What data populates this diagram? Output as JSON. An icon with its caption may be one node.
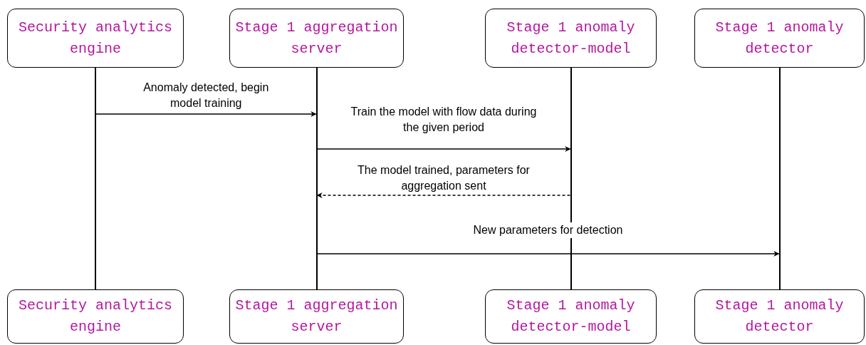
{
  "diagram": {
    "nodes": [
      {
        "text": [
          "Security analytics engine"
        ]
      },
      {
        "text": [
          "Stage 1 aggregation server"
        ]
      },
      {
        "text": [
          "Stage 1 anomaly detector-model"
        ]
      },
      {
        "text": [
          "Stage 1 anomaly detector"
        ]
      },
      {
        "text": [],
        "shape": "line"
      },
      {
        "text": [],
        "shape": "line"
      },
      {
        "text": [],
        "shape": "line"
      },
      {
        "text": [],
        "shape": "line"
      },
      {
        "text": [
          "Security analytics engine"
        ]
      },
      {
        "text": [
          "Stage 1 aggregation server"
        ]
      },
      {
        "text": [
          "Stage 1 anomaly detector-model"
        ]
      },
      {
        "text": [
          "Stage 1 anomaly detector"
        ]
      }
    ],
    "edges": [
      {
        "from": 4,
        "to": 5,
        "arrow": "to",
        "label": "Anomaly detected, begin model training"
      },
      {
        "from": 5,
        "to": 6,
        "arrow": "to",
        "label": "Train the model with flow data during the given period"
      },
      {
        "from": 6,
        "to": 5,
        "arrow": "to",
        "label": "The model trained, parameters for aggregation sent",
        "style": "dashed"
      },
      {
        "from": 5,
        "to": 7,
        "arrow": "to",
        "label": "New parameters for detection"
      }
    ]
  }
}
